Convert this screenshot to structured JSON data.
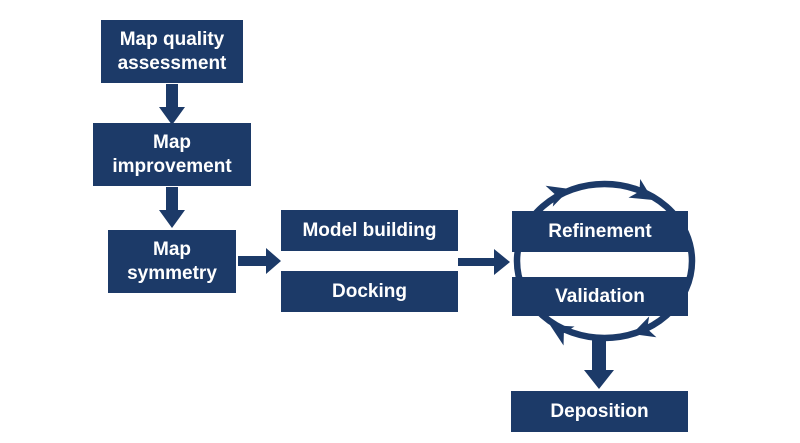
{
  "colors": {
    "box": "#1c3a68",
    "arrow": "#1c3a68",
    "text": "#ffffff",
    "background": "#ffffff"
  },
  "nodes": {
    "map_quality": {
      "line1": "Map quality",
      "line2": "assessment"
    },
    "map_improvement": {
      "line1": "Map",
      "line2": "improvement"
    },
    "map_symmetry": {
      "line1": "Map",
      "line2": "symmetry"
    },
    "model_building": {
      "label": "Model building"
    },
    "docking": {
      "label": "Docking"
    },
    "refinement": {
      "label": "Refinement"
    },
    "validation": {
      "label": "Validation"
    },
    "deposition": {
      "label": "Deposition"
    }
  },
  "edges": [
    {
      "from": "Map quality assessment",
      "to": "Map improvement",
      "type": "arrow-down"
    },
    {
      "from": "Map improvement",
      "to": "Map symmetry",
      "type": "arrow-down"
    },
    {
      "from": "Map symmetry",
      "to": "Model building / Docking",
      "type": "arrow-right"
    },
    {
      "from": "Model building / Docking",
      "to": "Refinement / Validation",
      "type": "arrow-right"
    },
    {
      "between": [
        "Refinement",
        "Validation"
      ],
      "type": "clockwise-cycle"
    },
    {
      "from": "Refinement / Validation",
      "to": "Deposition",
      "type": "arrow-down"
    }
  ]
}
